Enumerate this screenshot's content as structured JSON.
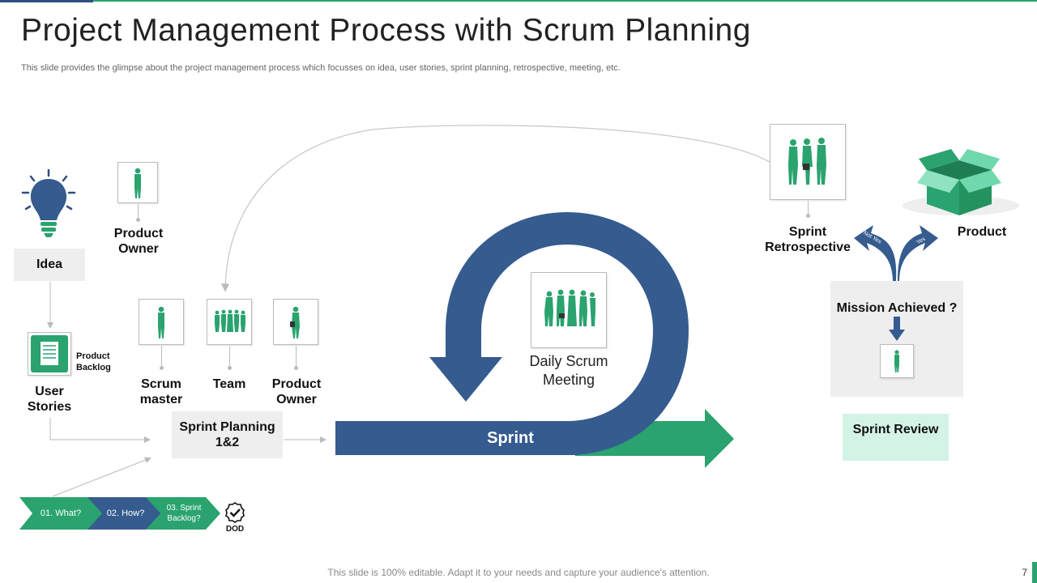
{
  "header": {
    "title": "Project Management Process with Scrum Planning",
    "subtitle": "This slide provides the glimpse about the project management process which focusses on idea, user stories, sprint planning, retrospective, meeting, etc."
  },
  "diagram": {
    "idea": "Idea",
    "product_owner_top": "Product Owner",
    "product_backlog": "Product Backlog",
    "user_stories": "User Stories",
    "scrum_master": "Scrum master",
    "team": "Team",
    "product_owner_mid": "Product Owner",
    "sprint_planning": "Sprint Planning 1&2",
    "sprint": "Sprint",
    "daily_scrum": "Daily Scrum Meeting",
    "sprint_retrospective": "Sprint Retrospective",
    "product": "Product",
    "not_yes": "Not Yes",
    "yes": "Yes",
    "mission_achieved": "Mission Achieved ?",
    "sprint_review": "Sprint Review",
    "steps": [
      "01. What?",
      "02. How?",
      "03. Sprint Backlog?"
    ],
    "dod": "DOD"
  },
  "footer": {
    "note": "This slide is 100% editable. Adapt it to your needs and capture your audience's attention.",
    "page": "7"
  },
  "colors": {
    "blue": "#355b8f",
    "green": "#2aa36f",
    "light_green": "#d3f3e6",
    "gray_box": "#eeeeee"
  }
}
